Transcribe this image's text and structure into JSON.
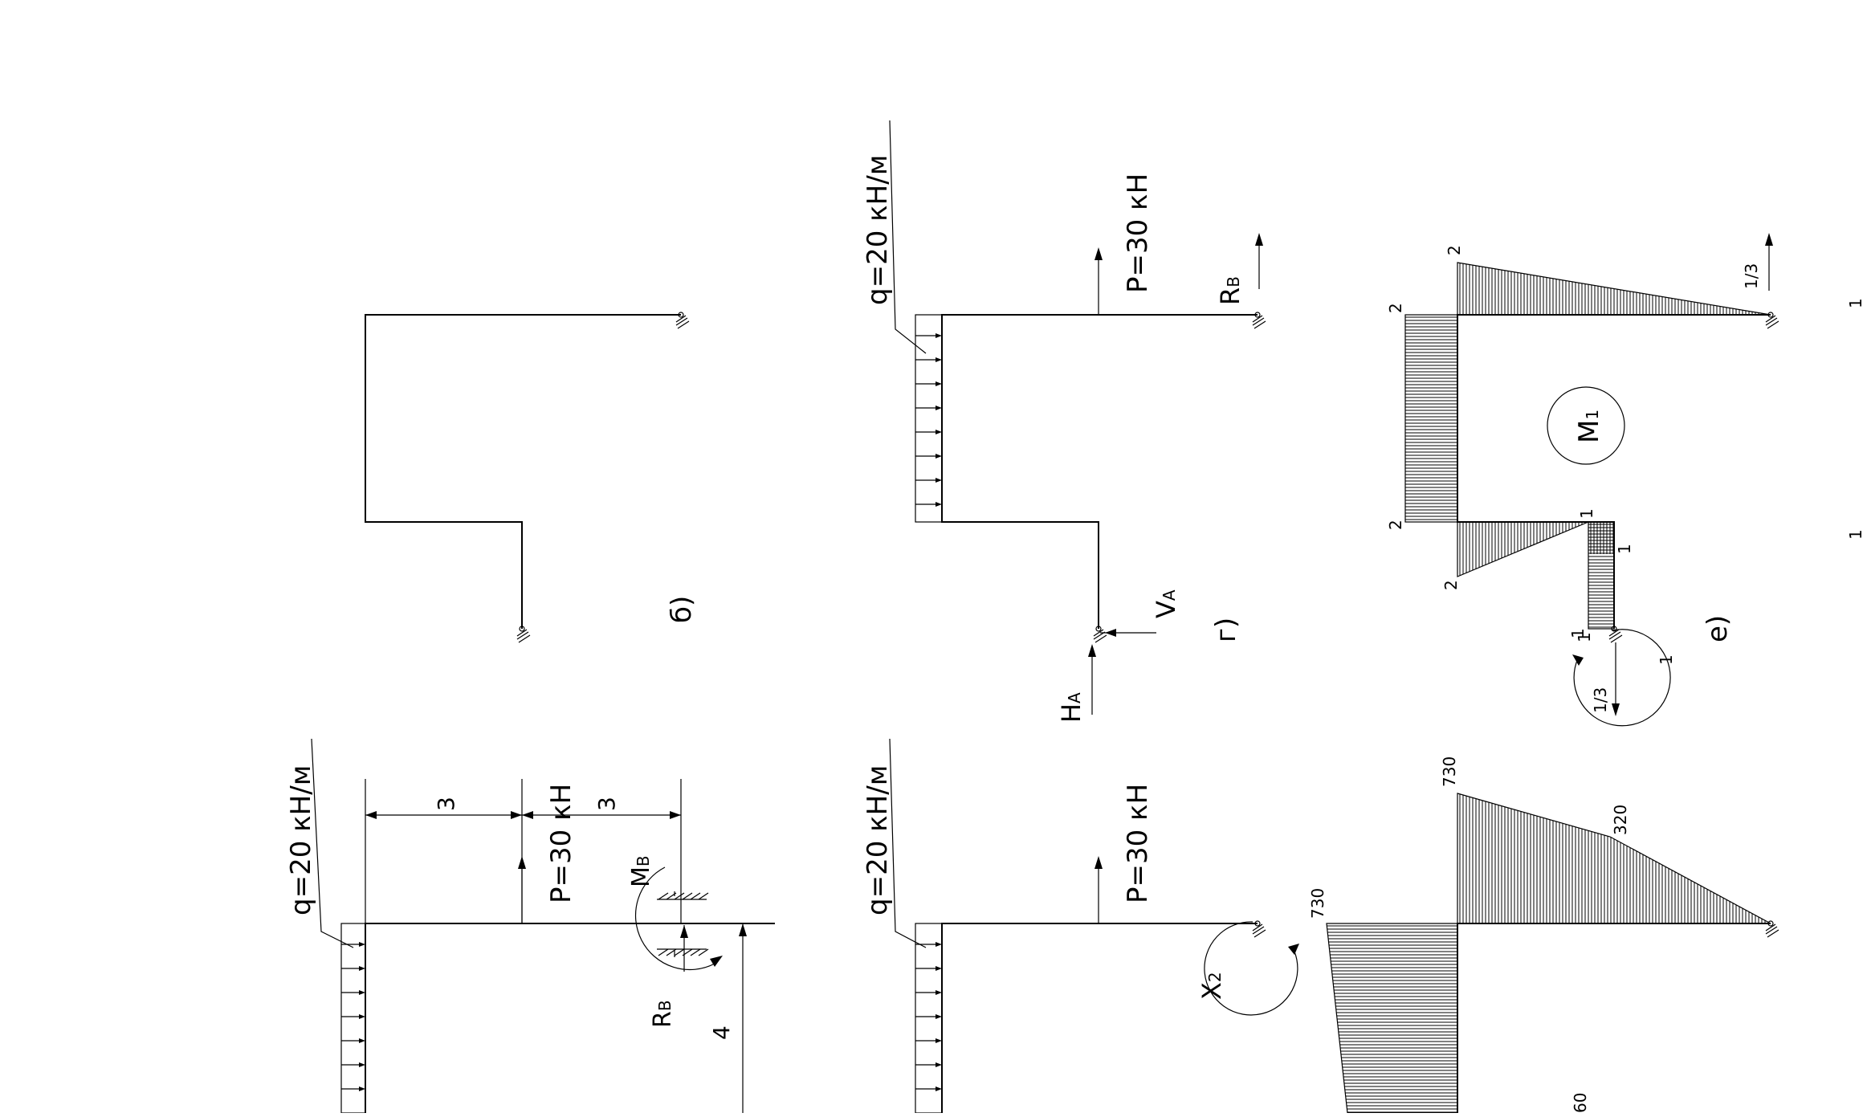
{
  "panel_labels": {
    "b": "б)",
    "g": "г)",
    "e": "е)"
  },
  "loads": {
    "q": "q=20 кН/м",
    "P": "P=30 кН"
  },
  "reactions": {
    "R_B": "R",
    "R_B_sub": "В",
    "M_B": "M",
    "M_B_sub": "В",
    "H_A": "H",
    "H_A_sub": "А",
    "V_A": "V",
    "V_A_sub": "А",
    "X_2": "X",
    "X_2_sub": "2"
  },
  "dimensions": {
    "left": "3",
    "right": "3",
    "height": "4"
  },
  "diagram_M1": {
    "label": "M",
    "label_sub": "1",
    "values": [
      "2",
      "2",
      "2",
      "2",
      "1",
      "1",
      "1",
      "1",
      "1",
      "1/3",
      "1/3"
    ],
    "right_edge_values": [
      "1",
      "1"
    ]
  },
  "diagram_Mp": {
    "values": [
      "730",
      "730",
      "320",
      "60"
    ]
  }
}
